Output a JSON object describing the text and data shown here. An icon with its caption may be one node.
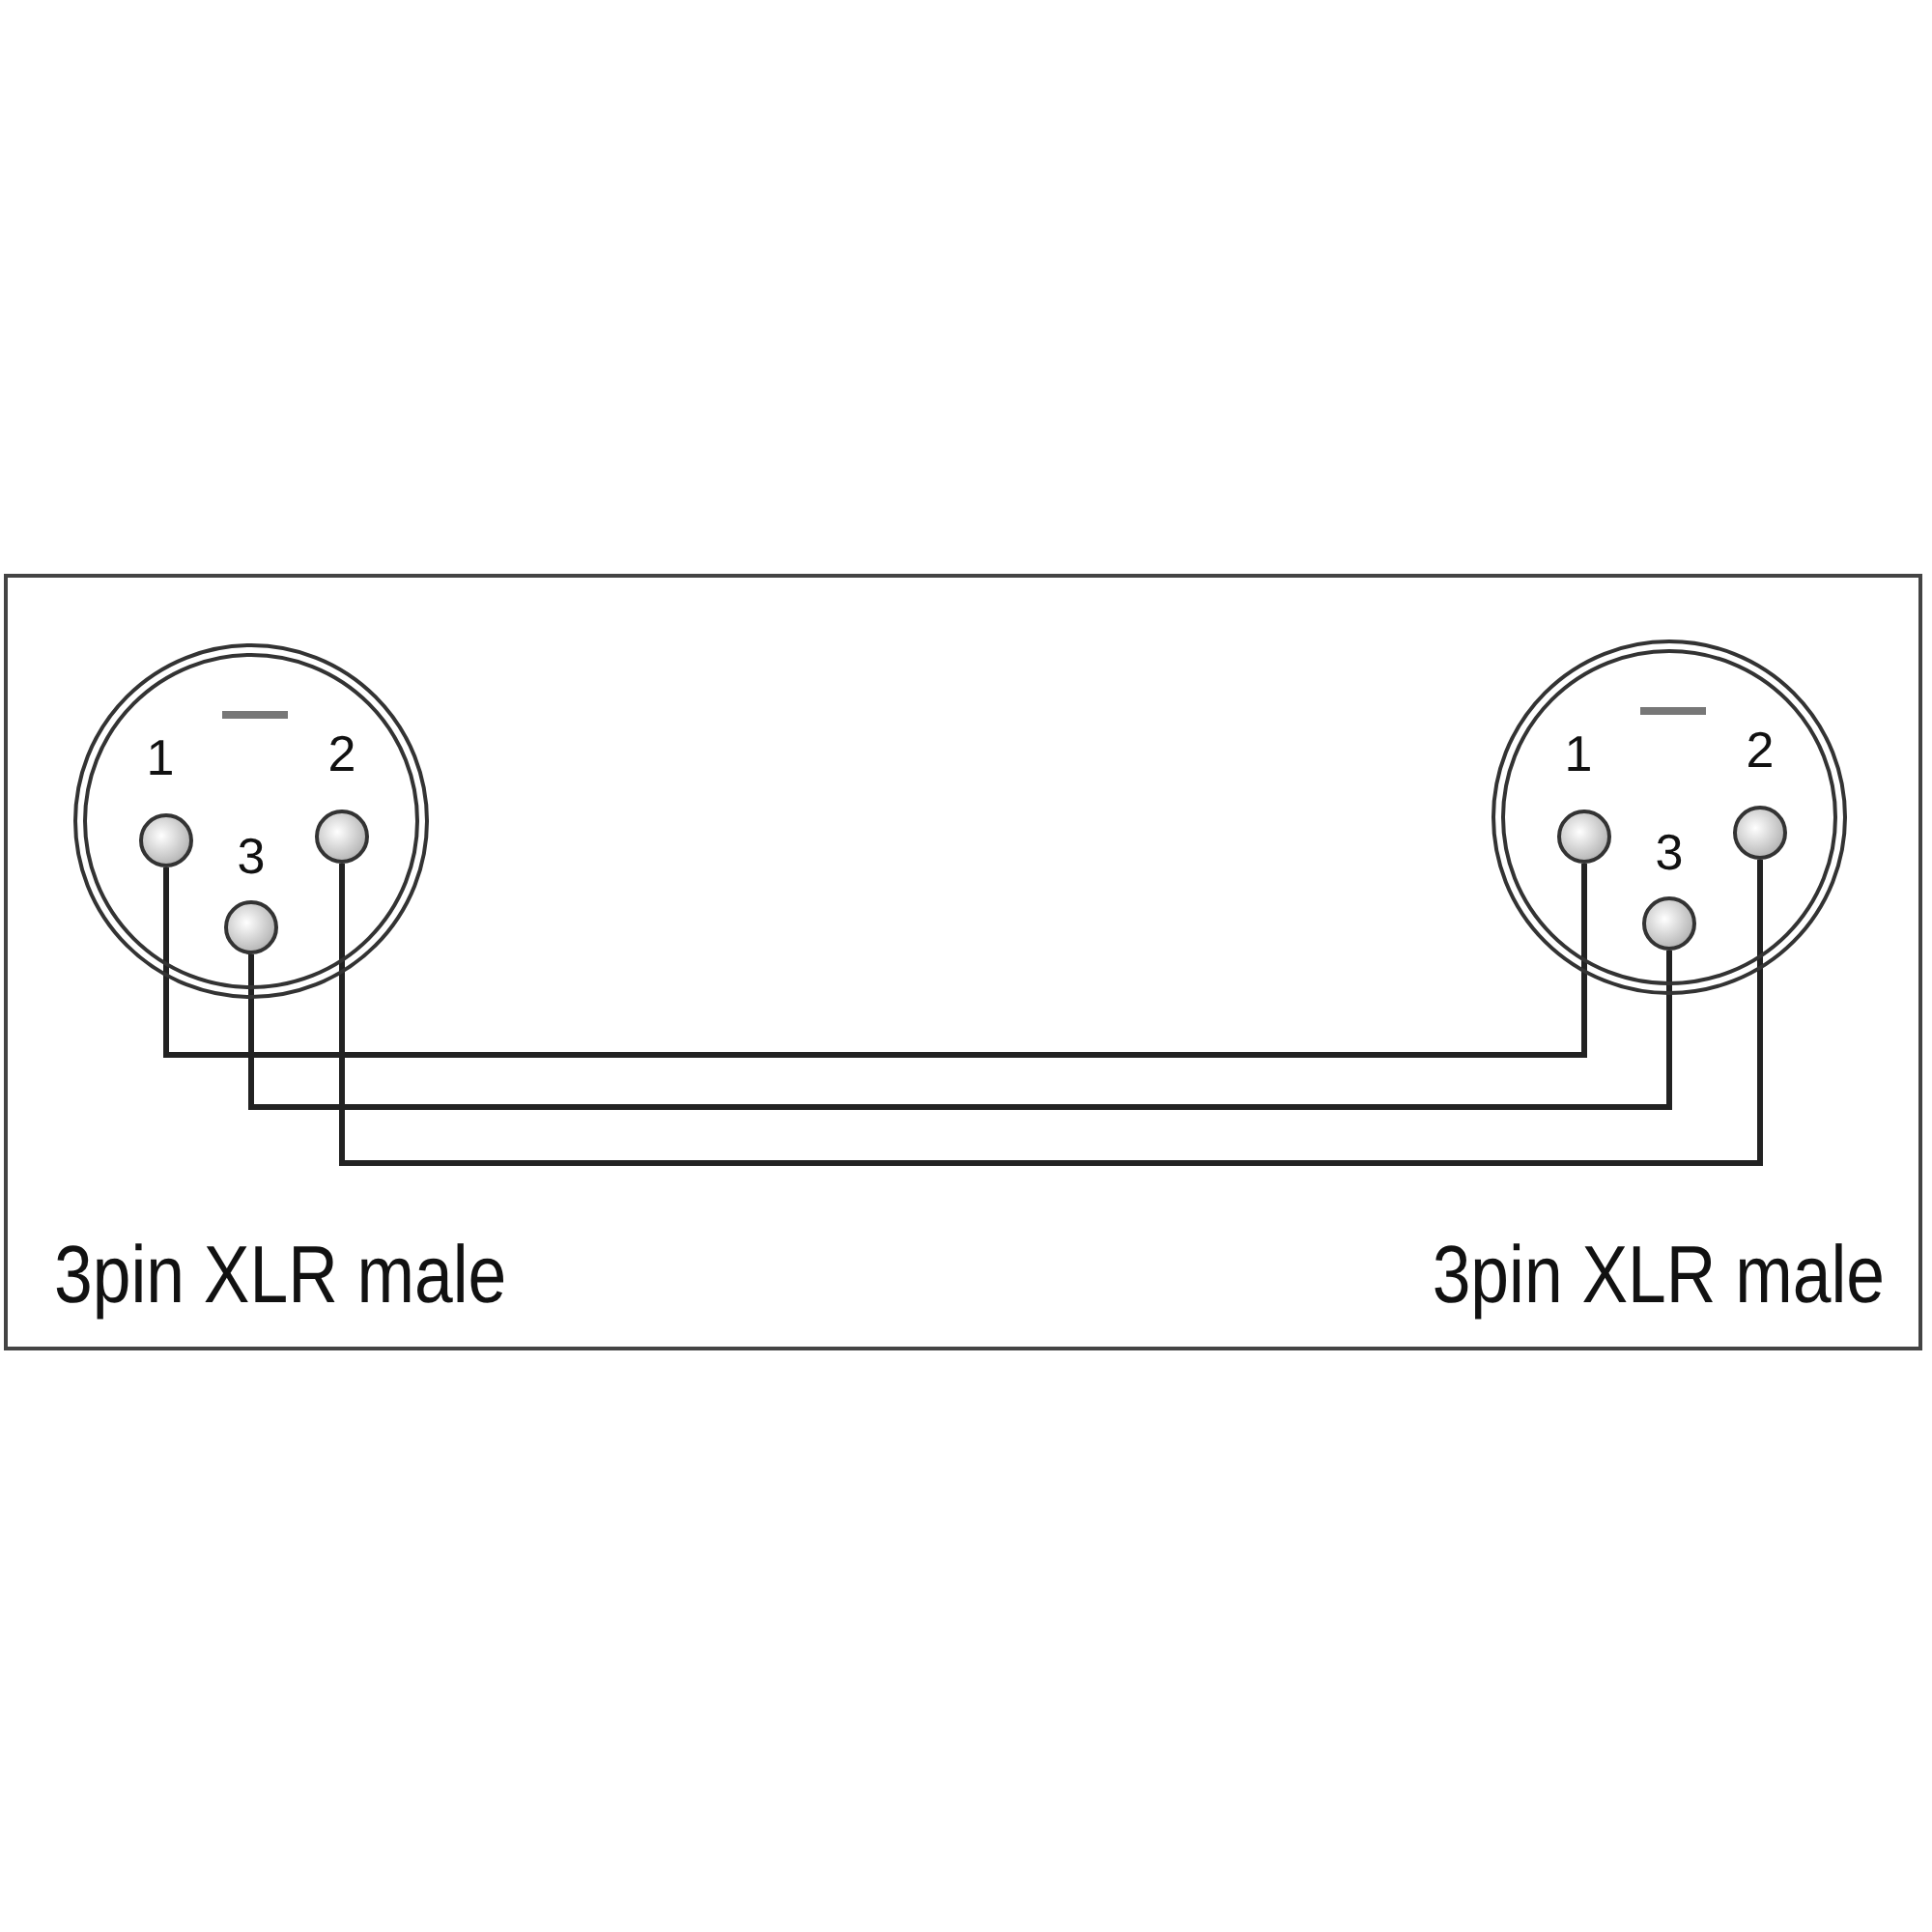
{
  "diagram": {
    "nodes": [
      {
        "text": [],
        "shape": "circle",
        "beside": [
          "3pin XLR male"
        ]
      },
      {
        "text": [],
        "shape": "circle",
        "in": 0,
        "beside": [
          "1"
        ]
      },
      {
        "text": [],
        "shape": "circle",
        "in": 0,
        "beside": [
          "2"
        ]
      },
      {
        "text": [],
        "shape": "circle",
        "in": 0,
        "beside": [
          "3"
        ]
      },
      {
        "text": [],
        "shape": "circle",
        "beside": [
          "3pin XLR male"
        ]
      },
      {
        "text": [],
        "shape": "circle",
        "in": 4,
        "beside": [
          "1"
        ]
      },
      {
        "text": [],
        "shape": "circle",
        "in": 4,
        "beside": [
          "2"
        ]
      },
      {
        "text": [],
        "shape": "circle",
        "in": 4,
        "beside": [
          "3"
        ]
      }
    ],
    "edges": [
      {
        "from": 1,
        "to": 5,
        "arrow": "none"
      },
      {
        "from": 3,
        "to": 7,
        "arrow": "none"
      },
      {
        "from": 2,
        "to": 6,
        "arrow": "none"
      }
    ]
  }
}
